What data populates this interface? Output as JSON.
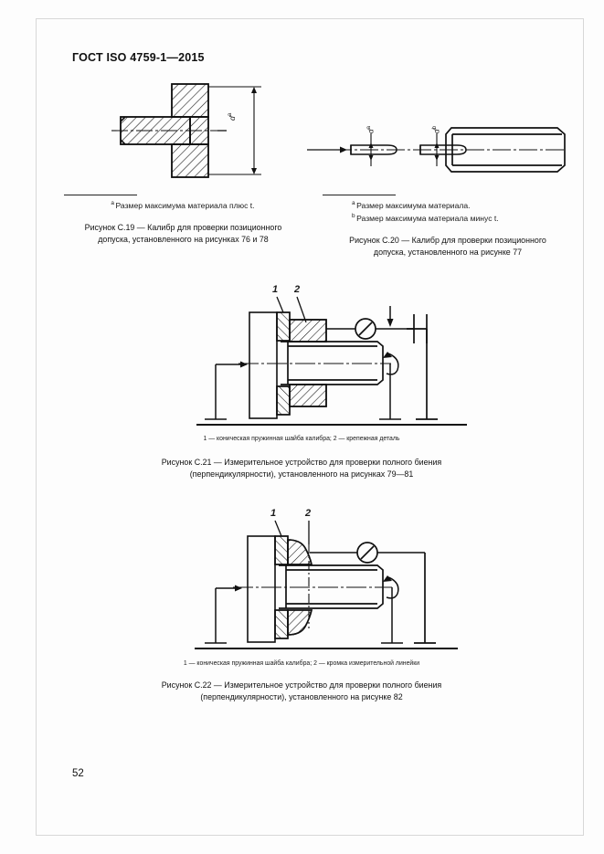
{
  "document": {
    "header": "ГОСТ ISO 4759-1—2015",
    "page_number": "52"
  },
  "figures": [
    {
      "id": "C.19",
      "footnotes": [
        {
          "mark": "a",
          "text": "Размер максимума материала плюс t."
        }
      ],
      "caption_line1": "Рисунок С.19 — Калибр для проверки позиционного",
      "caption_line2": "допуска, установленного на рисунках 76 и 78",
      "dimension_label": "d",
      "dimension_superscript": "a"
    },
    {
      "id": "C.20",
      "footnotes": [
        {
          "mark": "a",
          "text": "Размер максимума материала."
        },
        {
          "mark": "b",
          "text": "Размер максимума материала минус t."
        }
      ],
      "caption_line1": "Рисунок С.20 — Калибр для проверки позиционного",
      "caption_line2": "допуска, установленного на рисунке 77",
      "dimension_label_left": "d",
      "dimension_superscript_left": "a",
      "dimension_label_right": "d",
      "dimension_superscript_right": "b"
    },
    {
      "id": "C.21",
      "legend": "1 — коническая пружинная шайба калибра; 2 — крепежная деталь",
      "caption_line1": "Рисунок С.21 — Измерительное устройство для проверки полного биения",
      "caption_line2": "(перпендикулярности), установленного на рисунках 79—81",
      "callouts": [
        {
          "label": "1"
        },
        {
          "label": "2"
        }
      ]
    },
    {
      "id": "C.22",
      "legend": "1 — коническая пружинная шайба калибра; 2 — кромка измерительной линейки",
      "caption_line1": "Рисунок С.22 — Измерительное устройство для проверки полного биения",
      "caption_line2": "(перпендикулярности), установленного на рисунке 82",
      "callouts": [
        {
          "label": "1"
        },
        {
          "label": "2"
        }
      ]
    }
  ],
  "colors": {
    "ink": "#111111",
    "paper": "#fdfdfd",
    "border": "#d8d8d8"
  }
}
